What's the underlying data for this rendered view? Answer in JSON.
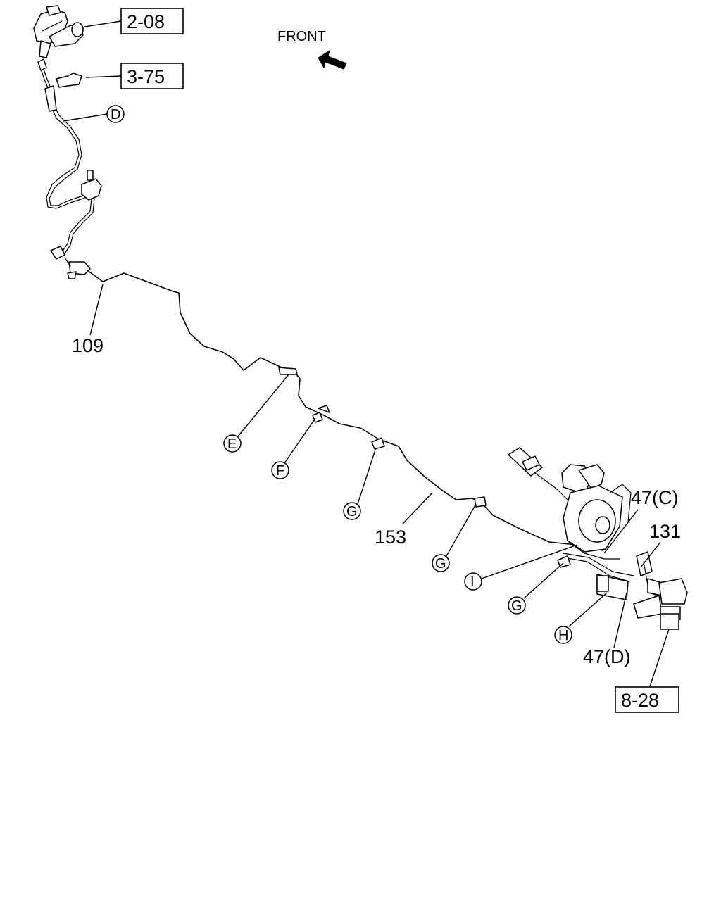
{
  "front_label": "FRONT",
  "icons": {
    "front_arrow": "front-arrow-icon"
  },
  "ref_boxes": {
    "r208": "2-08",
    "r375": "3-75",
    "r828": "8-28"
  },
  "part_numbers": {
    "p109": "109",
    "p153": "153",
    "p47c": "47(C)",
    "p131": "131",
    "p47d": "47(D)"
  },
  "callouts": {
    "d": "D",
    "e": "E",
    "f": "F",
    "g1": "G",
    "g2": "G",
    "g3": "G",
    "h": "H",
    "i": "I"
  }
}
